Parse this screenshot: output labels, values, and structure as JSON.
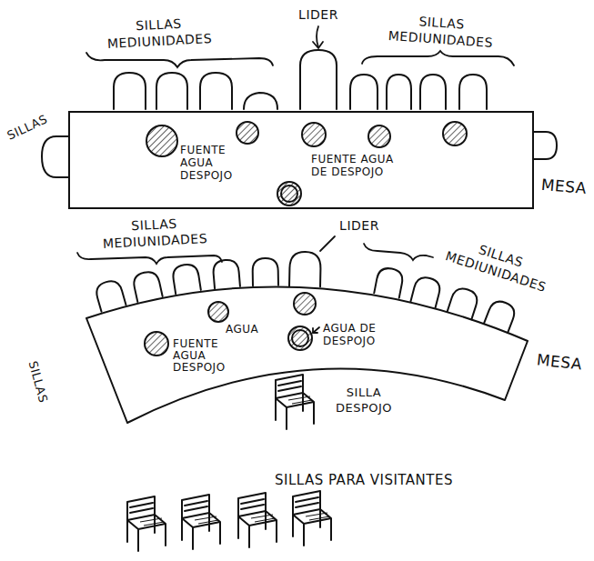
{
  "diagram": {
    "nodes": [
      {
        "text": [
          "FUENTE AGUA DESPOJO",
          "FUENTE AGUA DE DESPOJO"
        ]
      },
      {
        "text": [
          "AGUA",
          "AGUA DE DESPOJO",
          "FUENTE AGUA DESPOJO"
        ]
      }
    ],
    "labels": [
      "SILLAS MEDIUNIDADES",
      "LIDER",
      "SILLAS MEDIUNIDADES",
      "SILLAS",
      "MESA",
      "SILLAS MEDIUNIDADES",
      "LIDER",
      "SILLAS MEDIUNIDADES",
      "SILLAS",
      "MESA",
      "SILLA DESPOJO",
      "SILLAS PARA VISITANTES"
    ]
  }
}
